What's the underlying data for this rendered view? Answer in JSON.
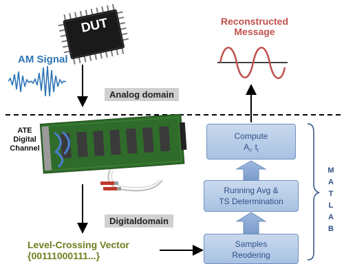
{
  "dut_label": "DUT",
  "am_signal_label": "AM Signal",
  "reconstructed_label": "Reconstructed\nMessage",
  "analog_domain_label": "Analog domain",
  "digital_domain_label": "Digitaldomain",
  "ate_label": "ATE\nDigital\nChannel",
  "compute_box": {
    "line1": "Compute",
    "line2": "A",
    "sub1": "i",
    "sep": ", t",
    "sub2": "i"
  },
  "running_avg_box": "Running Avg &\nTS Determination",
  "samples_box": "Samples\nReodering",
  "level_crossing_label": "Level-Crossing Vector\n{00111000111...}",
  "matlab_letters": [
    "M",
    "A",
    "T",
    "L",
    "A",
    "B"
  ],
  "colors": {
    "am_signal": "#2e75b6",
    "reconstructed": "#c0504d",
    "level_crossing": "#6b7f1e",
    "box_text": "#2f4f86",
    "board_green": "#2f6b2a",
    "chip": "#1a1a1a"
  },
  "icons": [
    "chip-icon",
    "am-waveform-icon",
    "sine-wave-icon",
    "ate-board-icon",
    "cable-icon"
  ]
}
